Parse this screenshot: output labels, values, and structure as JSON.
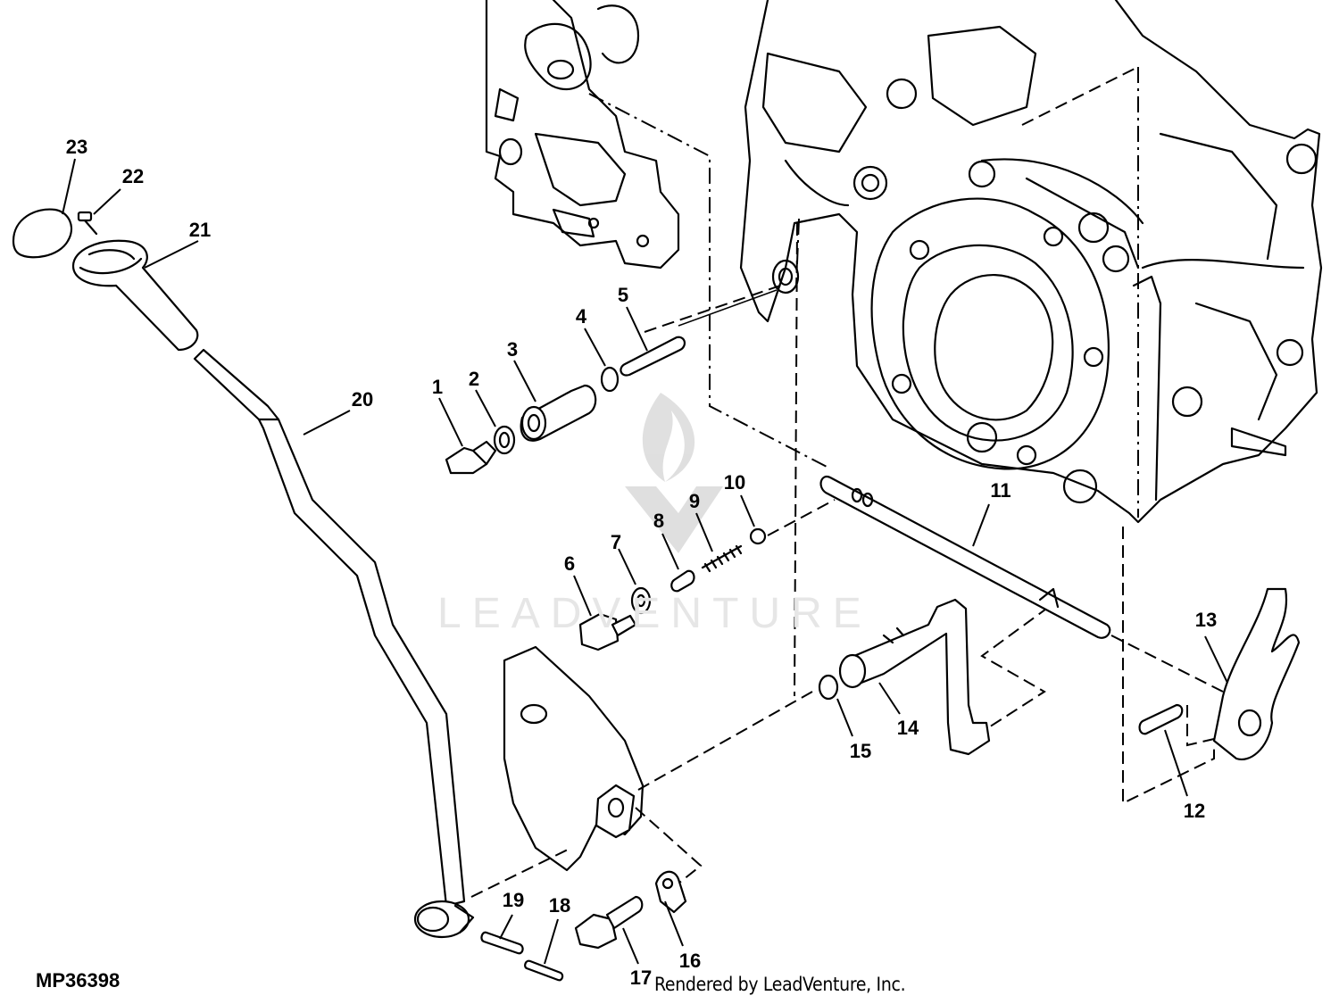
{
  "diagram_id": "MP36398",
  "credit": "Rendered by LeadVenture, Inc.",
  "watermark": "LEADVENTURE",
  "callouts": [
    "1",
    "2",
    "3",
    "4",
    "5",
    "6",
    "7",
    "8",
    "9",
    "10",
    "11",
    "12",
    "13",
    "14",
    "15",
    "16",
    "17",
    "18",
    "19",
    "20",
    "21",
    "22",
    "23"
  ]
}
